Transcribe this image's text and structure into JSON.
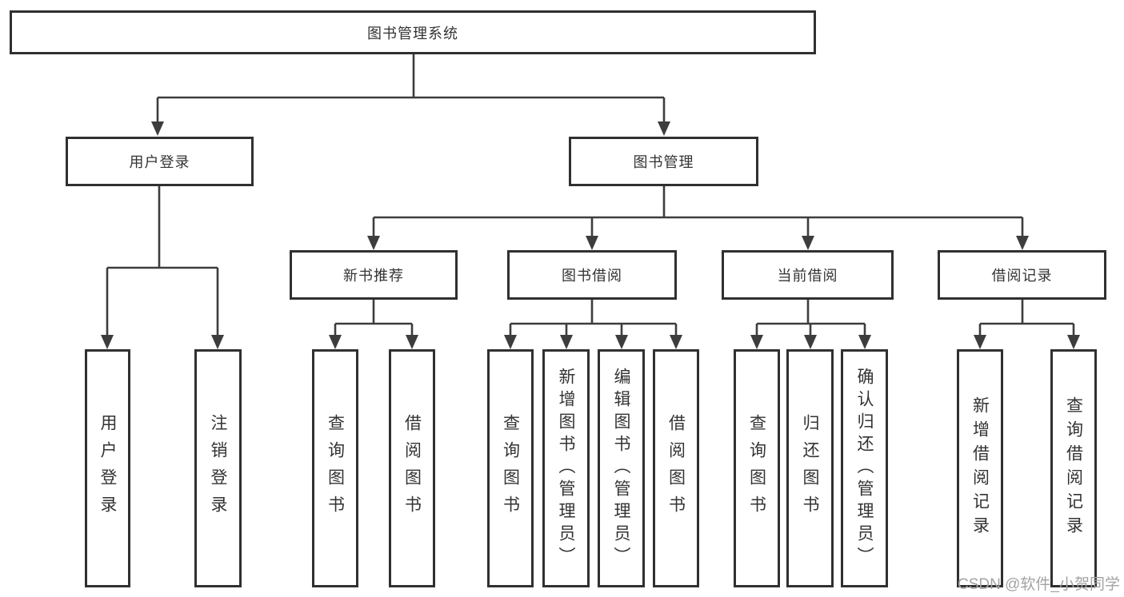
{
  "diagram": {
    "root": "图书管理系统",
    "level2": {
      "user_login": "用户登录",
      "book_mgmt": "图书管理"
    },
    "level3": {
      "new_book_rec": "新书推荐",
      "book_borrow": "图书借阅",
      "current_borrow": "当前借阅",
      "borrow_records": "借阅记录"
    },
    "leaves": {
      "user": [
        "用户登录",
        "注销登录"
      ],
      "recommend": [
        "查询图书",
        "借阅图书"
      ],
      "borrow": [
        "查询图书",
        "新增图书（管理员）",
        "编辑图书（管理员）",
        "借阅图书"
      ],
      "current": [
        "查询图书",
        "归还图书",
        "确认归还（管理员）"
      ],
      "records": [
        "新增借阅记录",
        "查询借阅记录"
      ]
    }
  },
  "watermark": "CSDN @软件_小贺同学",
  "colors": {
    "line": "#3d3d3d",
    "border": "#303030",
    "text": "#333333",
    "watermark": "#a3a3a3"
  }
}
